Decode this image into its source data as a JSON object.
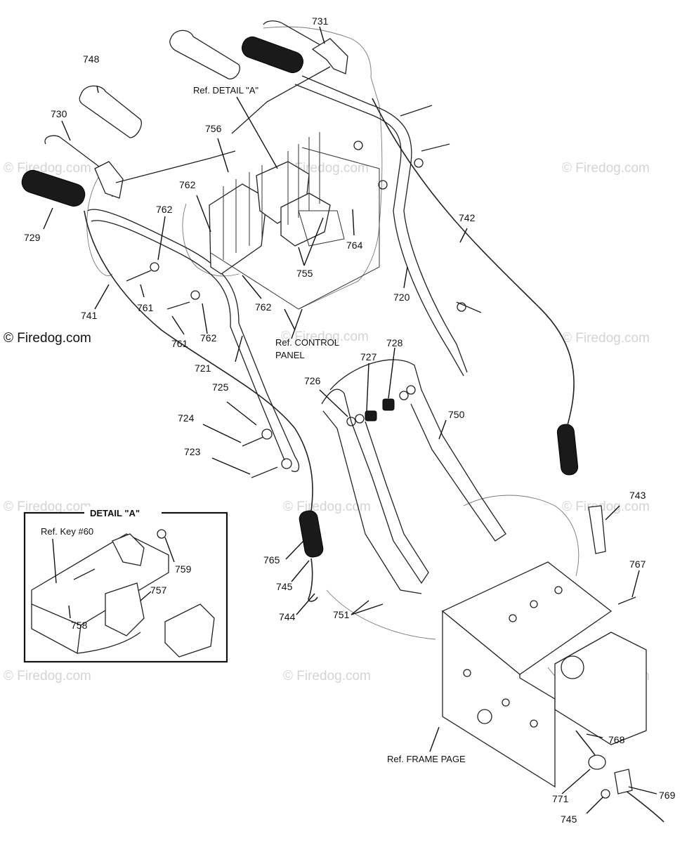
{
  "watermark": "© Firedog.com",
  "part_labels": [
    "731",
    "748",
    "730",
    "729",
    "741",
    "761",
    "762",
    "756",
    "755",
    "764",
    "742",
    "720",
    "721",
    "725",
    "724",
    "723",
    "726",
    "727",
    "728",
    "750",
    "743",
    "765",
    "745",
    "744",
    "751",
    "767",
    "768",
    "771",
    "769",
    "759",
    "757",
    "758"
  ],
  "references": {
    "detail_a_ref": "Ref. DETAIL \"A\"",
    "control_panel_line1": "Ref. CONTROL",
    "control_panel_line2": "PANEL",
    "frame_page": "Ref. FRAME PAGE",
    "key_60": "Ref. Key #60"
  },
  "detail_a_title": "DETAIL \"A\"",
  "labels": {
    "l731": "731",
    "l748": "748",
    "l730": "730",
    "l729": "729",
    "l741": "741",
    "l761a": "761",
    "l761b": "761",
    "l762a": "762",
    "l762b": "762",
    "l762c": "762",
    "l762d": "762",
    "l756": "756",
    "l755": "755",
    "l764": "764",
    "l742": "742",
    "l720": "720",
    "l721": "721",
    "l725": "725",
    "l724": "724",
    "l723": "723",
    "l726": "726",
    "l727": "727",
    "l728": "728",
    "l750": "750",
    "l743": "743",
    "l765": "765",
    "l745a": "745",
    "l745b": "745",
    "l744": "744",
    "l751": "751",
    "l767": "767",
    "l768": "768",
    "l771": "771",
    "l769": "769",
    "l759": "759",
    "l757": "757",
    "l758": "758"
  }
}
